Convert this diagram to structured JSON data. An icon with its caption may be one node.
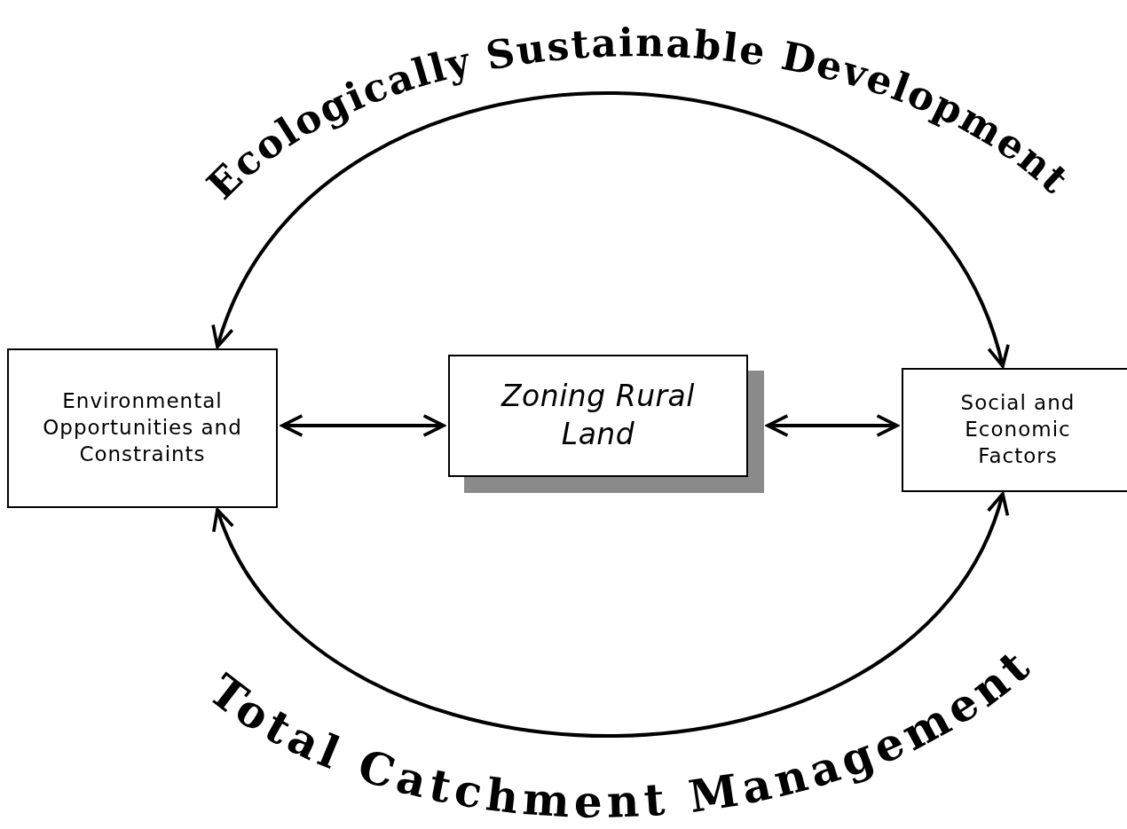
{
  "diagram": {
    "nodes": [
      {
        "text": [
          "Environmental Opportunities and Constraints"
        ]
      },
      {
        "text": [
          "Zoning Rural Land"
        ]
      },
      {
        "text": [
          "Social and Economic Factors"
        ]
      }
    ],
    "edges": [
      {
        "from": 0,
        "to": 1,
        "arrow": "both"
      },
      {
        "from": 1,
        "to": 2,
        "arrow": "both"
      },
      {
        "from": 0,
        "to": 2,
        "arrow": "both",
        "label": "Ecologically Sustainable Development"
      },
      {
        "from": 0,
        "to": 2,
        "arrow": "both",
        "label": "Total Catchment Management"
      }
    ]
  }
}
